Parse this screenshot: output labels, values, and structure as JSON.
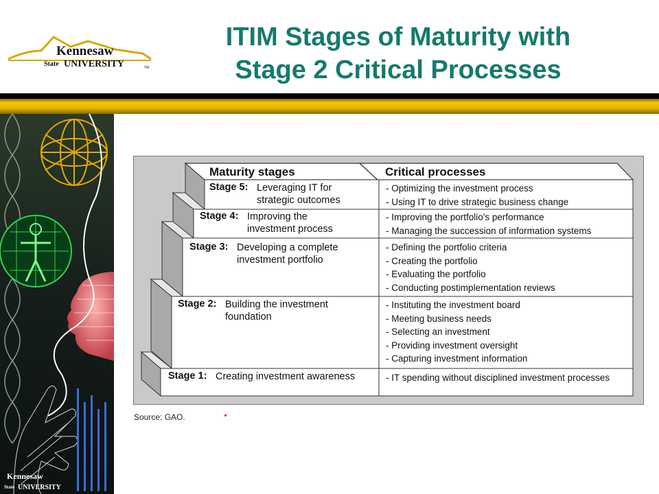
{
  "header": {
    "title_line1": "ITIM Stages of Maturity with",
    "title_line2": "Stage 2 Critical Processes",
    "logo_line1": "Kennesaw",
    "logo_line2a": "State",
    "logo_line2b": "UNIVERSITY",
    "logo_tm": "TM"
  },
  "sidebar": {
    "logo_line1": "Kennesaw",
    "logo_line2a": "State",
    "logo_line2b": "UNIVERSITY"
  },
  "diagram": {
    "col1_header": "Maturity stages",
    "col2_header": "Critical processes",
    "stages": [
      {
        "label": "Stage 5:",
        "text": "Leveraging IT for\nstrategic outcomes",
        "processes": [
          "- Optimizing the investment process",
          "- Using IT to drive strategic business change"
        ]
      },
      {
        "label": "Stage 4:",
        "text": "Improving the\ninvestment process",
        "processes": [
          "- Improving the portfolio's performance",
          "- Managing the succession of information systems"
        ]
      },
      {
        "label": "Stage 3:",
        "text": "Developing a complete\ninvestment portfolio",
        "processes": [
          "- Defining the portfolio criteria",
          "- Creating the portfolio",
          "- Evaluating the portfolio",
          "- Conducting postimplementation reviews"
        ]
      },
      {
        "label": "Stage 2:",
        "text": "Building the investment\nfoundation",
        "processes": [
          "- Instituting the investment board",
          "- Meeting business needs",
          "- Selecting an investment",
          "- Providing investment oversight",
          "- Capturing investment information"
        ]
      },
      {
        "label": "Stage 1:",
        "text": "Creating investment awareness",
        "processes": [
          "- IT spending without disciplined investment processes"
        ]
      }
    ],
    "source": "Source: GAO."
  },
  "colors": {
    "title": "#157a6e",
    "gold": "#e8b800",
    "panel_gray": "#c9c9c9"
  }
}
